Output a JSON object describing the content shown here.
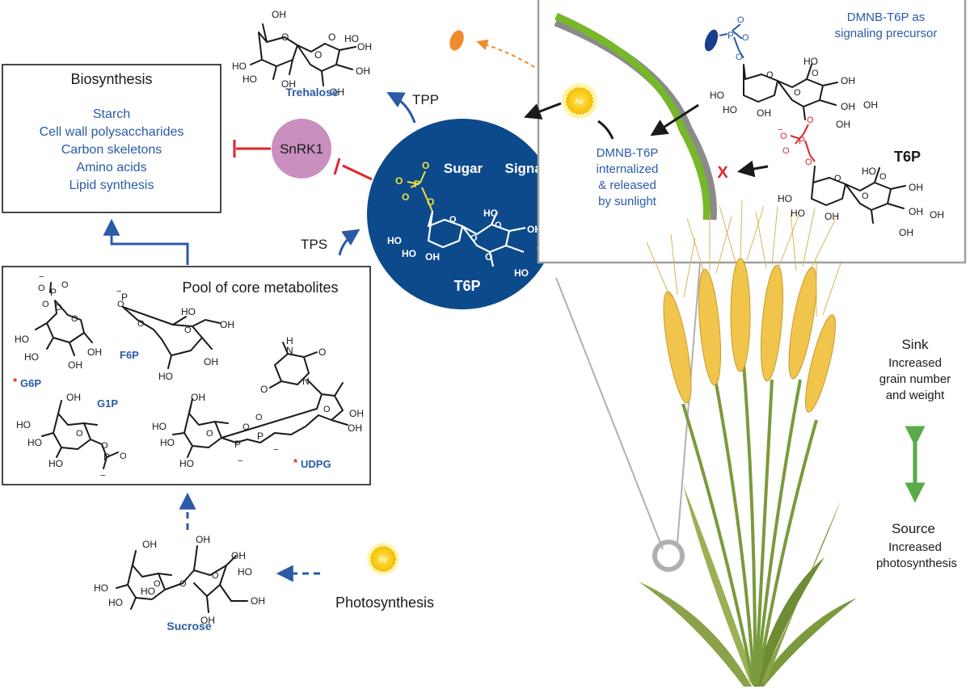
{
  "biosynthesis": {
    "title": "Biosynthesis",
    "items": [
      "Starch",
      "Cell wall polysaccharides",
      "Carbon skeletons",
      "Amino acids",
      "Lipid synthesis"
    ]
  },
  "pool": {
    "title": "Pool of core metabolites",
    "g6p": "G6P",
    "f6p": "F6P",
    "g1p": "G1P",
    "udpg": "UDPG",
    "asterisk": "*"
  },
  "center": {
    "sugar": "Sugar",
    "signal": "Signal",
    "t6p": "T6P"
  },
  "enzymes": {
    "snrk1": "SnRK1",
    "tpp": "TPP",
    "tps": "TPS"
  },
  "trehalose": "Trehalose",
  "sucrose": "Sucrose",
  "photosynthesis": "Photosynthesis",
  "hv": "hv",
  "inset": {
    "precursor_line1": "DMNB-T6P as",
    "precursor_line2": "signaling precursor",
    "t6p": "T6P",
    "internal_line1": "DMNB-T6P",
    "internal_line2": "internalized",
    "internal_line3": "& released",
    "internal_line4": "by sunlight",
    "block_mark": "X"
  },
  "plant": {
    "sink_title": "Sink",
    "sink_line1": "Increased",
    "sink_line2": "grain number",
    "sink_line3": "and weight",
    "source_title": "Source",
    "source_line1": "Increased",
    "source_line2": "photosynthesis"
  },
  "atoms": {
    "oh": "OH",
    "ho": "HO",
    "o": "O",
    "p": "P",
    "n": "N",
    "h": "H",
    "minus": "−"
  },
  "colors": {
    "circle": "#0c4a8c",
    "label_blue": "#2a5aa8",
    "snrk1": "#c98fbf",
    "inhibit": "#e0242c",
    "sun": "#f7c600",
    "grain": "#f1c54b",
    "stem": "#7a9a3c",
    "arrow_green": "#5aaa4a",
    "orange": "#f08a2a"
  }
}
